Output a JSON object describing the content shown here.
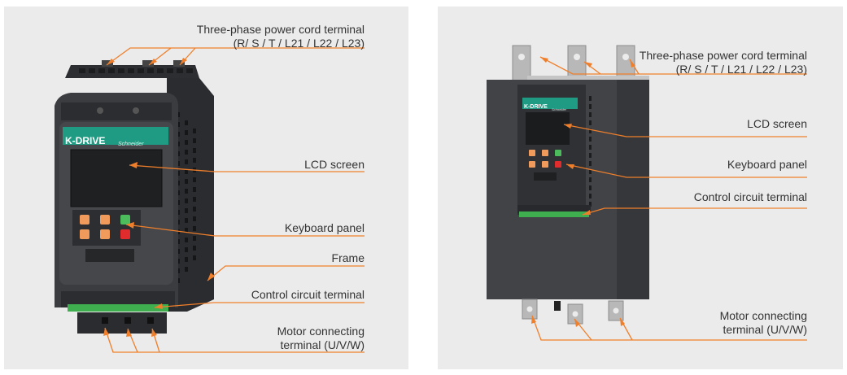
{
  "left_panel": {
    "device_brand": "K-DRIVE",
    "device_model": "Schneider",
    "labels": {
      "power_line1": "Three-phase power cord terminal",
      "power_line2": "(R/ S / T / L21 / L22 / L23)",
      "lcd": "LCD screen",
      "keyboard": "Keyboard panel",
      "frame": "Frame",
      "control": "Control circuit terminal",
      "motor_line1": "Motor connecting",
      "motor_line2": "terminal (U/V/W)"
    }
  },
  "right_panel": {
    "device_brand": "K-DRIVE",
    "device_model": "Schneider",
    "labels": {
      "power_line1": "Three-phase power cord terminal",
      "power_line2": "(R/ S / T / L21 / L22 / L23)",
      "lcd": "LCD screen",
      "keyboard": "Keyboard panel",
      "control": "Control circuit terminal",
      "motor_line1": "Motor connecting",
      "motor_line2": "terminal (U/V/W)"
    }
  },
  "colors": {
    "leader_line": "#f07f2b",
    "panel_bg": "#ebebeb",
    "device_body": "#3a3c40",
    "brand_bar": "#1e9b82",
    "key_orange": "#f09a5c",
    "key_green": "#4cbb5c",
    "key_red": "#e02c2c",
    "terminal_green": "#3fae4f"
  }
}
